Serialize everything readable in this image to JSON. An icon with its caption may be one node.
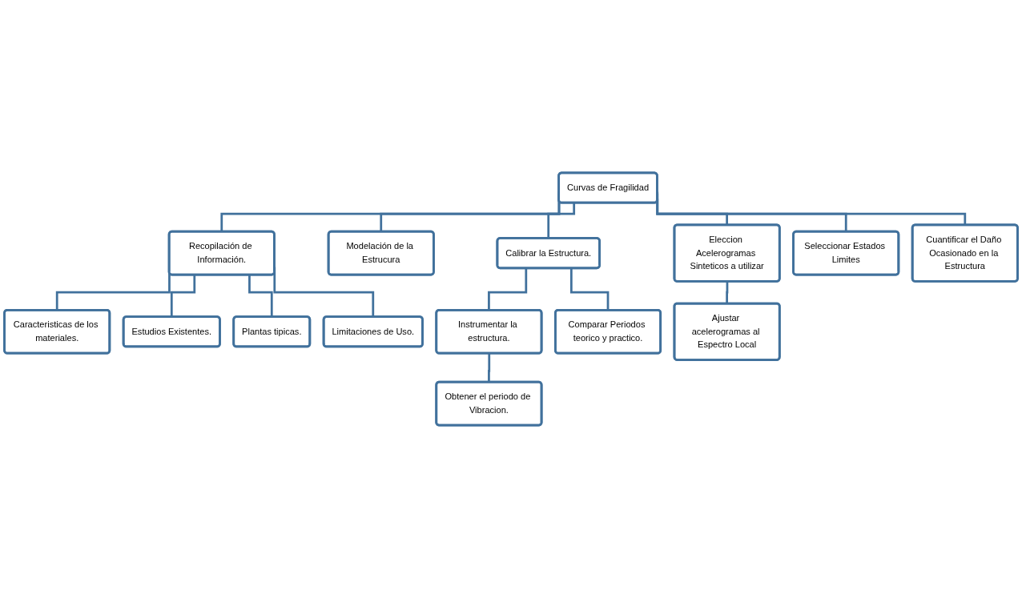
{
  "diagram": {
    "nodes": [
      {
        "text": [
          "Curvas de Fragilidad"
        ]
      },
      {
        "text": [
          "Recopilación de Información."
        ]
      },
      {
        "text": [
          "Modelación de la Estrucura"
        ]
      },
      {
        "text": [
          "Calibrar la Estructura."
        ]
      },
      {
        "text": [
          "Eleccion Acelerogramas Sinteticos a utilizar"
        ]
      },
      {
        "text": [
          "Seleccionar Estados Limites"
        ]
      },
      {
        "text": [
          "Cuantificar el Daño Ocasionado en la Estructura"
        ]
      },
      {
        "text": [
          "Caracteristicas de los materiales."
        ]
      },
      {
        "text": [
          "Estudios Existentes."
        ]
      },
      {
        "text": [
          "Plantas tipicas."
        ]
      },
      {
        "text": [
          "Limitaciones de Uso."
        ]
      },
      {
        "text": [
          "Instrumentar la estructura."
        ]
      },
      {
        "text": [
          "Comparar Periodos teorico y practico."
        ]
      },
      {
        "text": [
          "Obtener el periodo de Vibracion."
        ]
      },
      {
        "text": [
          "Ajustar acelerogramas al Espectro Local"
        ]
      }
    ],
    "edges": [
      {
        "from": 0,
        "to": 1,
        "arrow": "none"
      },
      {
        "from": 0,
        "to": 2,
        "arrow": "none"
      },
      {
        "from": 0,
        "to": 3,
        "arrow": "none"
      },
      {
        "from": 0,
        "to": 4,
        "arrow": "none"
      },
      {
        "from": 0,
        "to": 5,
        "arrow": "none"
      },
      {
        "from": 0,
        "to": 6,
        "arrow": "none"
      },
      {
        "from": 1,
        "to": 7,
        "arrow": "none"
      },
      {
        "from": 1,
        "to": 8,
        "arrow": "none"
      },
      {
        "from": 1,
        "to": 9,
        "arrow": "none"
      },
      {
        "from": 1,
        "to": 10,
        "arrow": "none"
      },
      {
        "from": 3,
        "to": 11,
        "arrow": "none"
      },
      {
        "from": 3,
        "to": 12,
        "arrow": "none"
      },
      {
        "from": 11,
        "to": 13,
        "arrow": "none"
      },
      {
        "from": 4,
        "to": 14,
        "arrow": "none"
      }
    ]
  }
}
